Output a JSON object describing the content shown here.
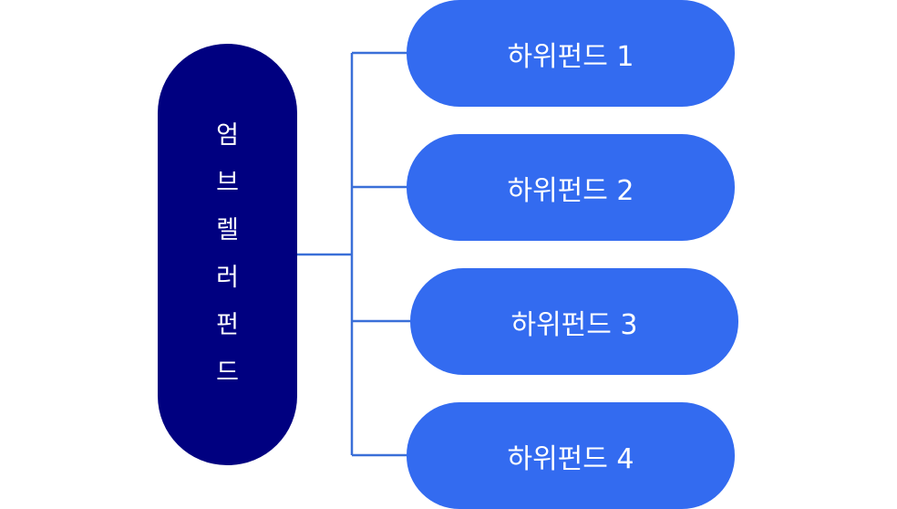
{
  "umbrella": {
    "chars": [
      "엄",
      "브",
      "렐",
      "러",
      "펀",
      "드"
    ]
  },
  "subfunds": [
    {
      "label": "하위펀드 1"
    },
    {
      "label": "하위펀드 2"
    },
    {
      "label": "하위펀드 3"
    },
    {
      "label": "하위펀드 4"
    }
  ],
  "colors": {
    "umbrella": "#000080",
    "subfund": "#336bf0",
    "connector": "#3a6fd8",
    "text": "#ffffff"
  }
}
